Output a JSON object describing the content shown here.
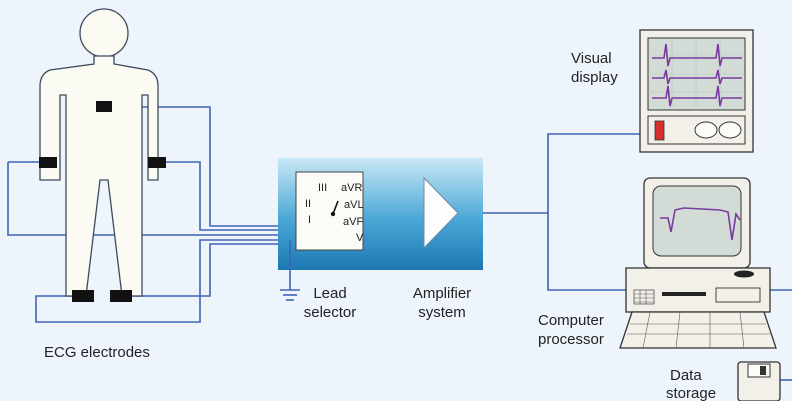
{
  "labels": {
    "ecg_electrodes": "ECG electrodes",
    "lead_line1": "Lead",
    "lead_line2": "selector",
    "amp_line1": "Amplifier",
    "amp_line2": "system",
    "visual_line1": "Visual",
    "visual_line2": "display",
    "computer_line1": "Computer",
    "computer_line2": "processor",
    "data_line1": "Data",
    "data_line2": "storage"
  },
  "selector_leads": [
    "III",
    "II",
    "I",
    "aVR",
    "aVL",
    "aVF",
    "V"
  ],
  "colors": {
    "wire": "#3f63b8",
    "trace": "#7a3aa0",
    "amp_box_top": "#bfe1f3",
    "amp_box_bottom": "#1f7fb8",
    "electrode": "#111111",
    "background": "#eef4fb",
    "device": "#f0eee6",
    "screen": "#d5dcd7",
    "indicator": "#d3302f"
  },
  "icons": {
    "ground": "ground-icon",
    "amplifier": "amplifier-triangle-icon",
    "switch": "selector-switch-icon",
    "floppy": "floppy-disk-icon"
  }
}
